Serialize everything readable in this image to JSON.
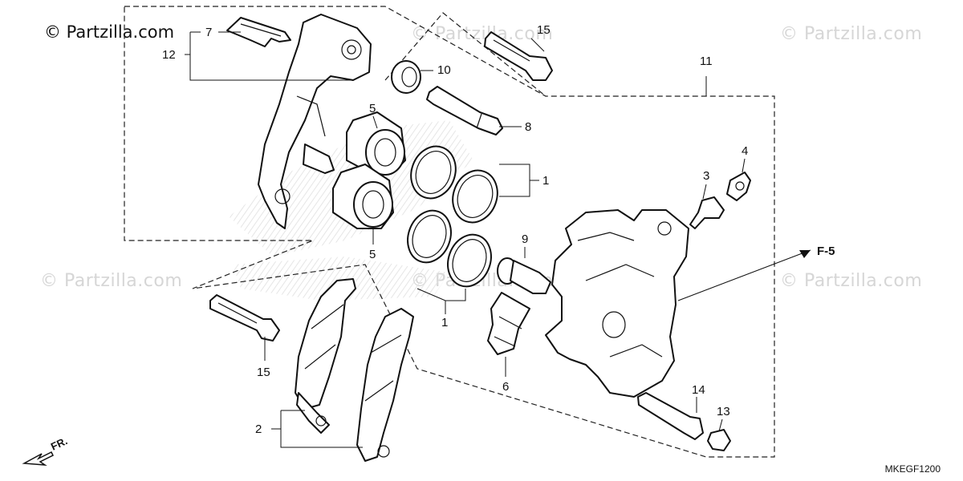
{
  "copyright": "© Partzilla.com",
  "watermarks": [
    "© Partzilla.com",
    "© Partzilla.com",
    "© Partzilla.com",
    "© Partzilla.com",
    "© Partzilla.com"
  ],
  "diagram_code": "MKEGF1200",
  "reference_label": "F-5",
  "front_arrow_label": "FR.",
  "callouts": {
    "c1a": "1",
    "c1b": "1",
    "c2": "2",
    "c3": "3",
    "c4": "4",
    "c5a": "5",
    "c5b": "5",
    "c6": "6",
    "c7": "7",
    "c8": "8",
    "c9": "9",
    "c10": "10",
    "c11": "11",
    "c12": "12",
    "c13": "13",
    "c14": "14",
    "c15a": "15",
    "c15b": "15"
  }
}
